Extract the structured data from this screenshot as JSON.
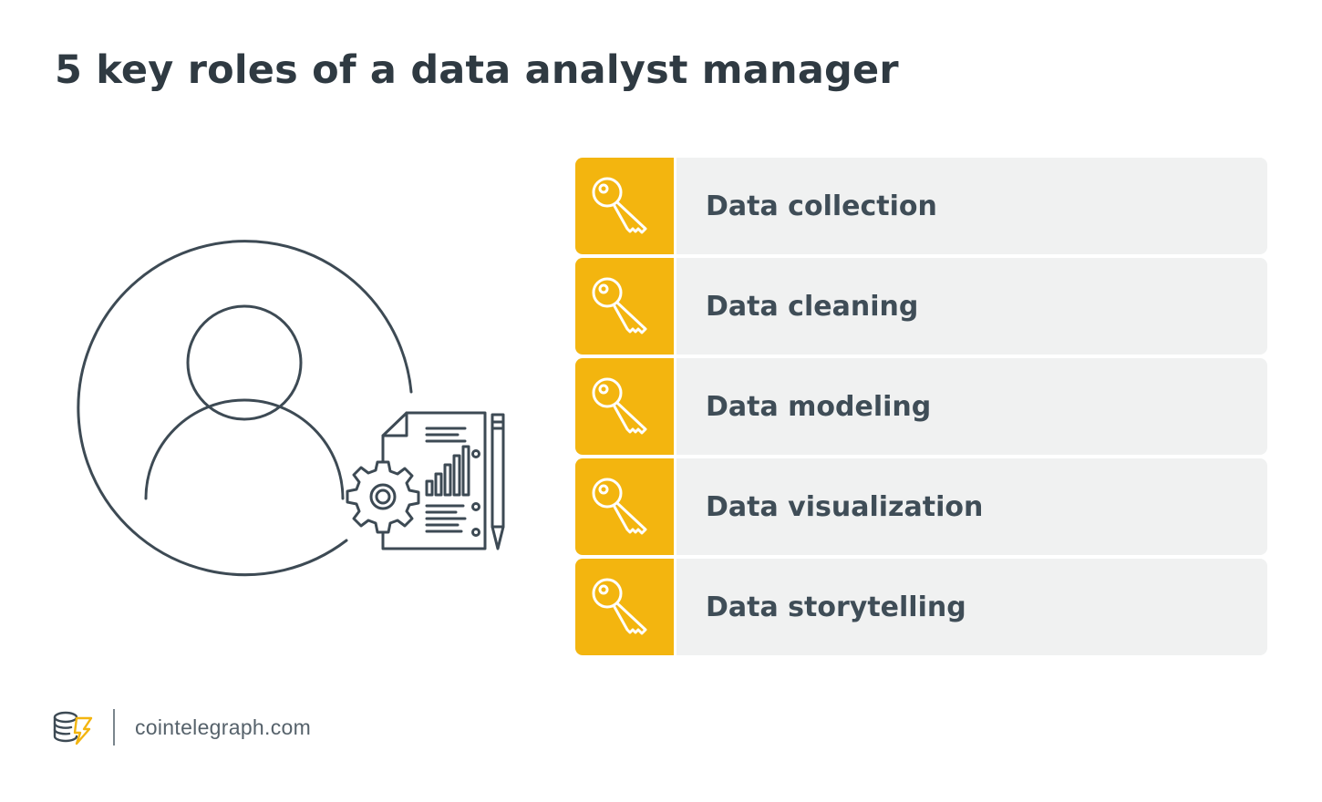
{
  "title": "5 key roles of a data analyst manager",
  "colors": {
    "accent": "#f3b50f",
    "ink": "#3f4d57",
    "row_bg": "#f0f1f1"
  },
  "illustration": {
    "icon": "data-analyst-manager-icon"
  },
  "roles": [
    {
      "label": "Data collection",
      "icon": "key-icon"
    },
    {
      "label": "Data cleaning",
      "icon": "key-icon"
    },
    {
      "label": "Data modeling",
      "icon": "key-icon"
    },
    {
      "label": "Data visualization",
      "icon": "key-icon"
    },
    {
      "label": "Data storytelling",
      "icon": "key-icon"
    }
  ],
  "footer": {
    "logo": "cointelegraph-logo-icon",
    "site": "cointelegraph.com"
  }
}
